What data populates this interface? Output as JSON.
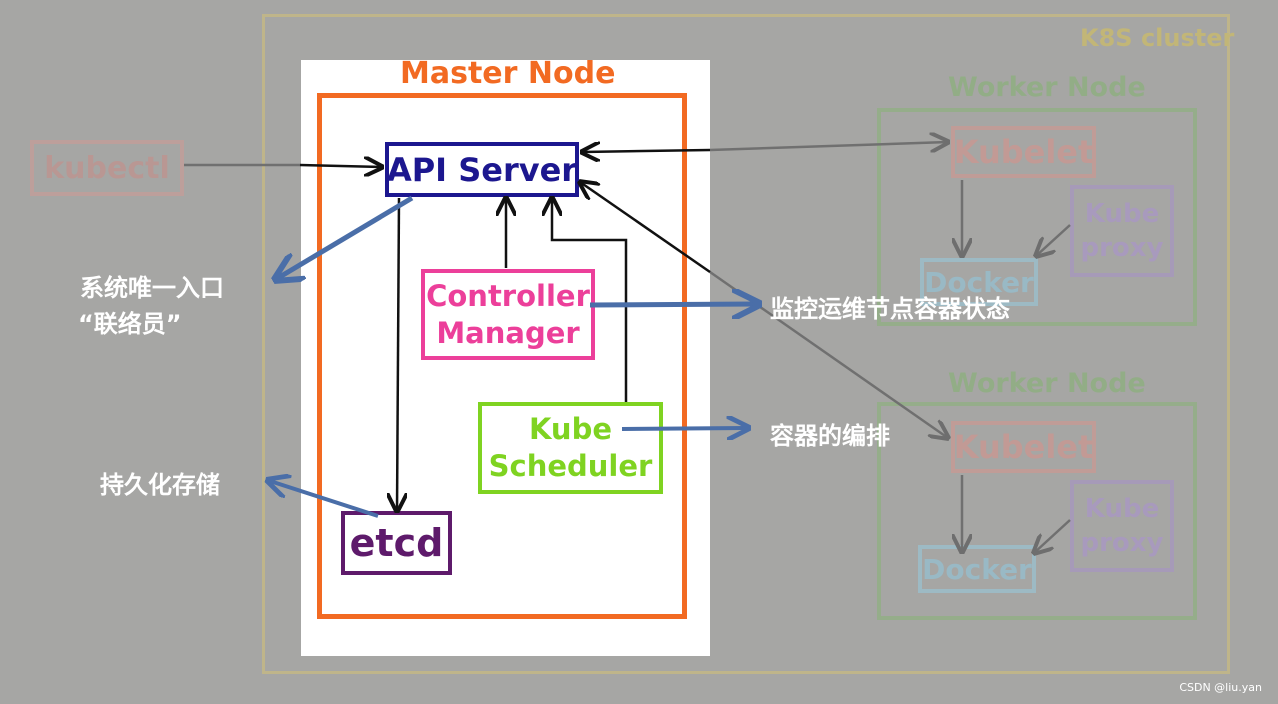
{
  "cluster": {
    "title": "K8S cluster"
  },
  "workers": [
    {
      "title": "Worker Node",
      "kubelet": "Kubelet",
      "proxy": [
        "Kube",
        "proxy"
      ],
      "docker": "Docker"
    },
    {
      "title": "Worker Node",
      "kubelet": "Kubelet",
      "proxy": [
        "Kube",
        "proxy"
      ],
      "docker": "Docker"
    }
  ],
  "kubectl": "kubectl",
  "master": {
    "title": "Master Node",
    "api_server": "API Server",
    "controller_manager": [
      "Controller",
      "Manager"
    ],
    "kube_scheduler": [
      "Kube",
      "Scheduler"
    ],
    "etcd": "etcd"
  },
  "annotations": {
    "api_server": [
      "系统唯一入口",
      "“联络员”"
    ],
    "controller_manager": "监控运维节点容器状态",
    "kube_scheduler": "容器的编排",
    "etcd": "持久化存储"
  },
  "colors": {
    "master": "#f26a22",
    "api_server": "#1c178f",
    "controller_manager": "#ec3f9a",
    "kube_scheduler": "#7fd321",
    "etcd": "#5e1a6b",
    "annotation_arrow": "#4a6ea8"
  },
  "watermark": "CSDN @liu.yan"
}
